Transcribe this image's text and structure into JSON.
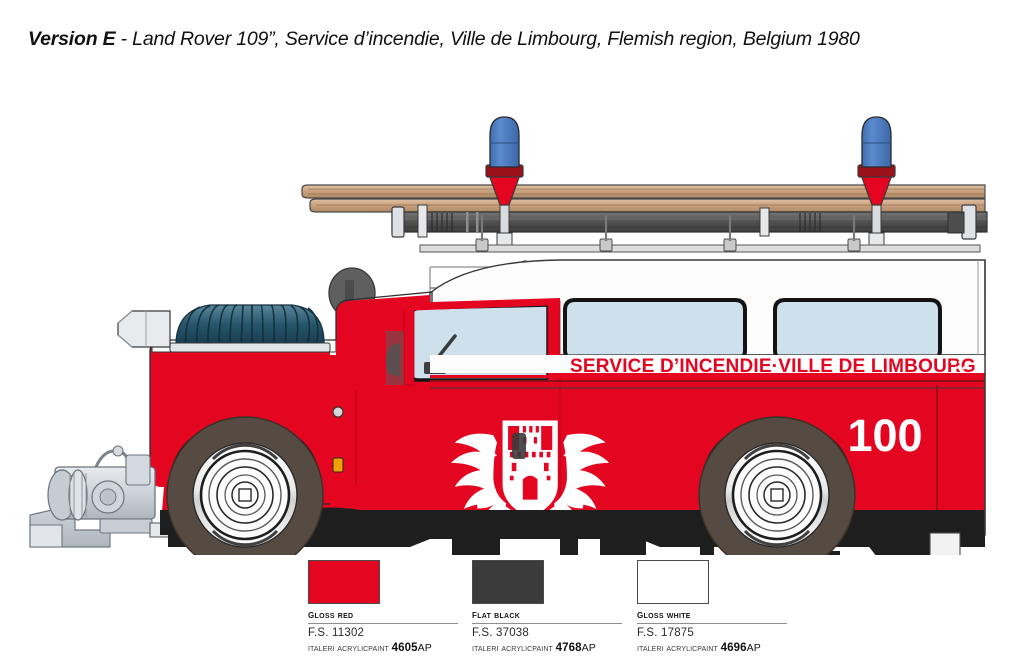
{
  "heading": {
    "version_label": "Version E",
    "separator": " - ",
    "description": "Land Rover 109”, Service d’incendie, Ville de Limbourg, Flemish region, Belgium 1980"
  },
  "vehicle": {
    "side_text": "SERVICE D’INCENDIE·VILLE DE LIMBOURG",
    "unit_number": "100",
    "emblem_name": "limbourg-fire-brigade-crest",
    "body_color": "#e40521",
    "roof_color": "#fefefe",
    "window_color": "#cde0ec",
    "tire_color": "#564b42",
    "trim_black": "#1c1c1c",
    "beacon_dome_color": "#4a7cc0",
    "beacon_base_color": "#e40521",
    "beacon_band_color": "#8e1018",
    "ladder_wood_color": "#cfa887",
    "rack_gray": "#5d5d5d",
    "hose_color": "#2f5d72",
    "pump_gray": "#c9ced3"
  },
  "legend": {
    "swatches": [
      {
        "name": "Gloss Red",
        "color": "#e40521",
        "fs": "F.S. 11302",
        "brand": "Italeri AcrylicPaint",
        "code": "4605",
        "code_suffix": "AP"
      },
      {
        "name": "Flat Black",
        "color": "#3b3b3b",
        "fs": "F.S. 37038",
        "brand": "Italeri AcrylicPaint",
        "code": "4768",
        "code_suffix": "AP"
      },
      {
        "name": "Gloss White",
        "color": "#ffffff",
        "fs": "F.S. 17875",
        "brand": "Italeri AcrylicPaint",
        "code": "4696",
        "code_suffix": "AP"
      }
    ]
  }
}
